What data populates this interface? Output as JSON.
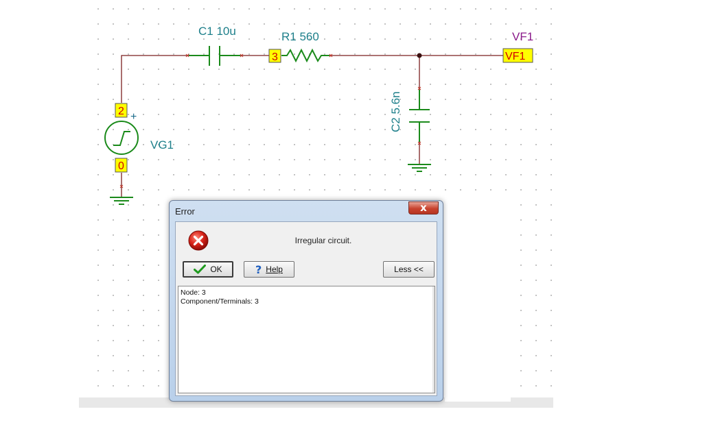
{
  "schematic": {
    "components": {
      "c1": "C1 10u",
      "r1": "R1 560",
      "c2": "C2 5.6n",
      "vg1": "VG1",
      "vf1_label": "VF1"
    },
    "nodes": {
      "node_3": "3",
      "node_2": "2",
      "node_0": "0",
      "vf1_tag": "VF1"
    },
    "polarity_mark": "+"
  },
  "dialog": {
    "title": "Error",
    "close_glyph": "x",
    "message": "Irregular circuit.",
    "ok_label": "OK",
    "help_label": "Help",
    "less_label": "Less <<",
    "details": [
      "Node: 3",
      "Component/Terminals: 3"
    ],
    "icon": "error-icon"
  },
  "colors": {
    "wire": "#7b1f1f",
    "component": "#1a8a1a",
    "label_teal": "#1d7f8a",
    "label_purple": "#8a1a8a",
    "node_fill": "#ffff00",
    "node_text": "#d00000"
  }
}
